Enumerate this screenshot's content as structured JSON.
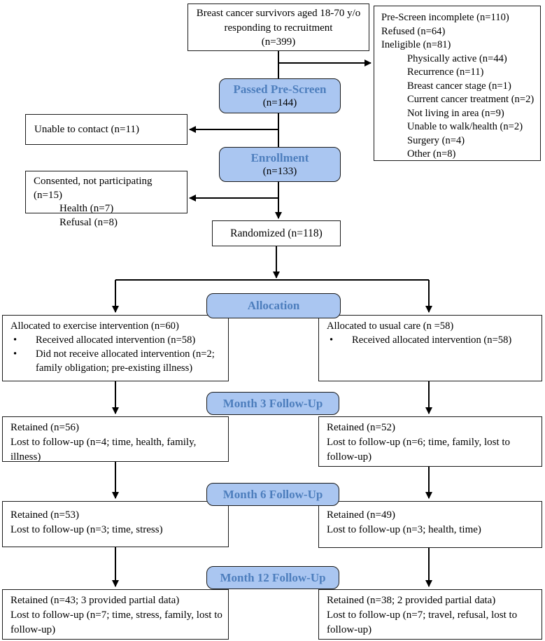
{
  "colors": {
    "pill_fill": "#aac6f1",
    "pill_text": "#4d7ebd",
    "box_border": "#1a1a1a",
    "line_color": "#000000"
  },
  "recruitment": {
    "line1": "Breast cancer survivors aged 18-70 y/o",
    "line2": "responding to recruitment",
    "line3": "(n=399)"
  },
  "exclusions": {
    "main": [
      "Pre-Screen incomplete (n=110)",
      "Refused (n=64)",
      "Ineligible (n=81)"
    ],
    "reasons": [
      "Physically active (n=44)",
      "Recurrence (n=11)",
      "Breast cancer stage (n=1)",
      "Current cancer treatment (n=2)",
      "Not living in area (n=9)",
      "Unable to walk/health (n=2)",
      "Surgery (n=4)",
      "Other (n=8)"
    ]
  },
  "passed_prescreen": {
    "title": "Passed Pre-Screen",
    "count": "(n=144)"
  },
  "unable_to_contact": {
    "text": "Unable to contact (n=11)"
  },
  "enrollment": {
    "title": "Enrollment",
    "count": "(n=133)"
  },
  "consented": {
    "text": "Consented, not participating (n=15)",
    "reasons": [
      "Health (n=7)",
      "Refusal (n=8)"
    ]
  },
  "randomized": {
    "text": "Randomized (n=118)"
  },
  "allocation": {
    "title": "Allocation",
    "left": {
      "heading": "Allocated to exercise intervention (n=60)",
      "bullets": [
        "Received allocated intervention (n=58)",
        "Did not receive allocated intervention (n=2; family obligation; pre-existing illness)"
      ]
    },
    "right": {
      "heading": "Allocated to usual care (n =58)",
      "bullets": [
        "Received allocated intervention (n=58)"
      ]
    }
  },
  "month3": {
    "title": "Month 3 Follow-Up",
    "left": {
      "retained": "Retained (n=56)",
      "lost": "Lost to follow-up (n=4; time, health, family, illness)"
    },
    "right": {
      "retained": "Retained (n=52)",
      "lost": "Lost to follow-up (n=6; time, family, lost to follow-up)"
    }
  },
  "month6": {
    "title": "Month 6 Follow-Up",
    "left": {
      "retained": "Retained (n=53)",
      "lost": "Lost to follow-up (n=3; time, stress)"
    },
    "right": {
      "retained": "Retained (n=49)",
      "lost": "Lost to follow-up (n=3; health, time)"
    }
  },
  "month12": {
    "title": "Month 12 Follow-Up",
    "left": {
      "retained": "Retained (n=43; 3 provided partial data)",
      "lost": "Lost to follow-up (n=7; time, stress, family, lost to follow-up)"
    },
    "right": {
      "retained": "Retained (n=38; 2 provided partial data)",
      "lost": "Lost to follow-up (n=7; travel, refusal, lost to follow-up)"
    }
  }
}
